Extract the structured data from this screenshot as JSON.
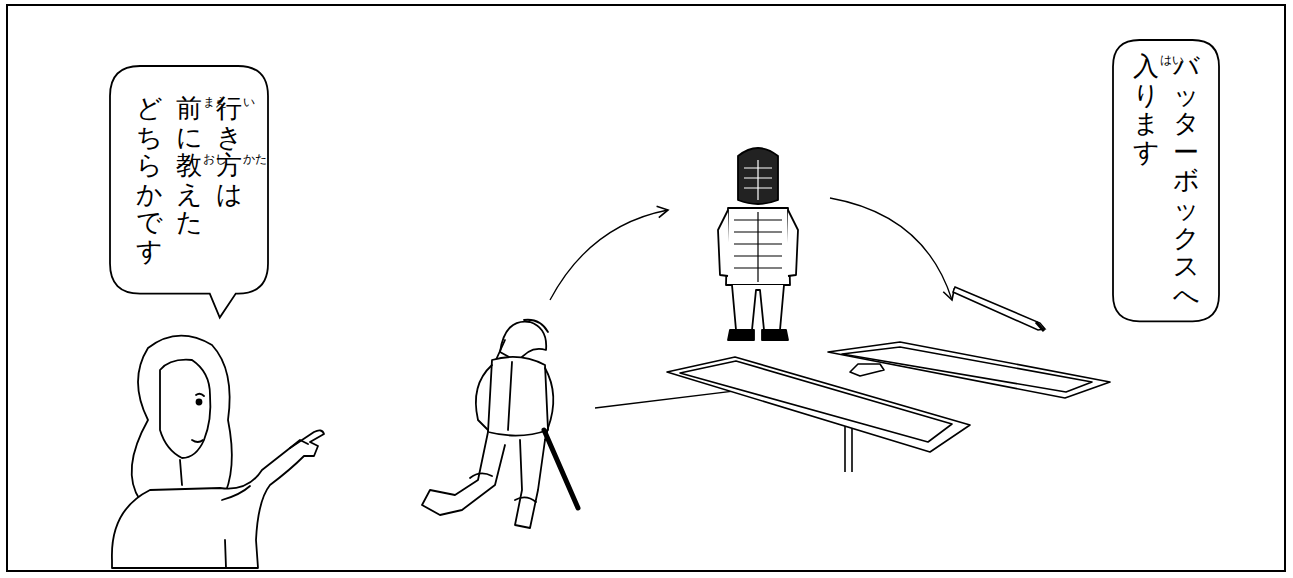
{
  "diagram": {
    "nodes": [
      {
        "text": [
          "行き方は 前に教えた どちらかです"
        ]
      },
      {
        "text": [
          "バッターボックスへ 入ります"
        ]
      }
    ],
    "labels": [
      "い",
      "かた",
      "まえ",
      "おし",
      "はい"
    ]
  }
}
